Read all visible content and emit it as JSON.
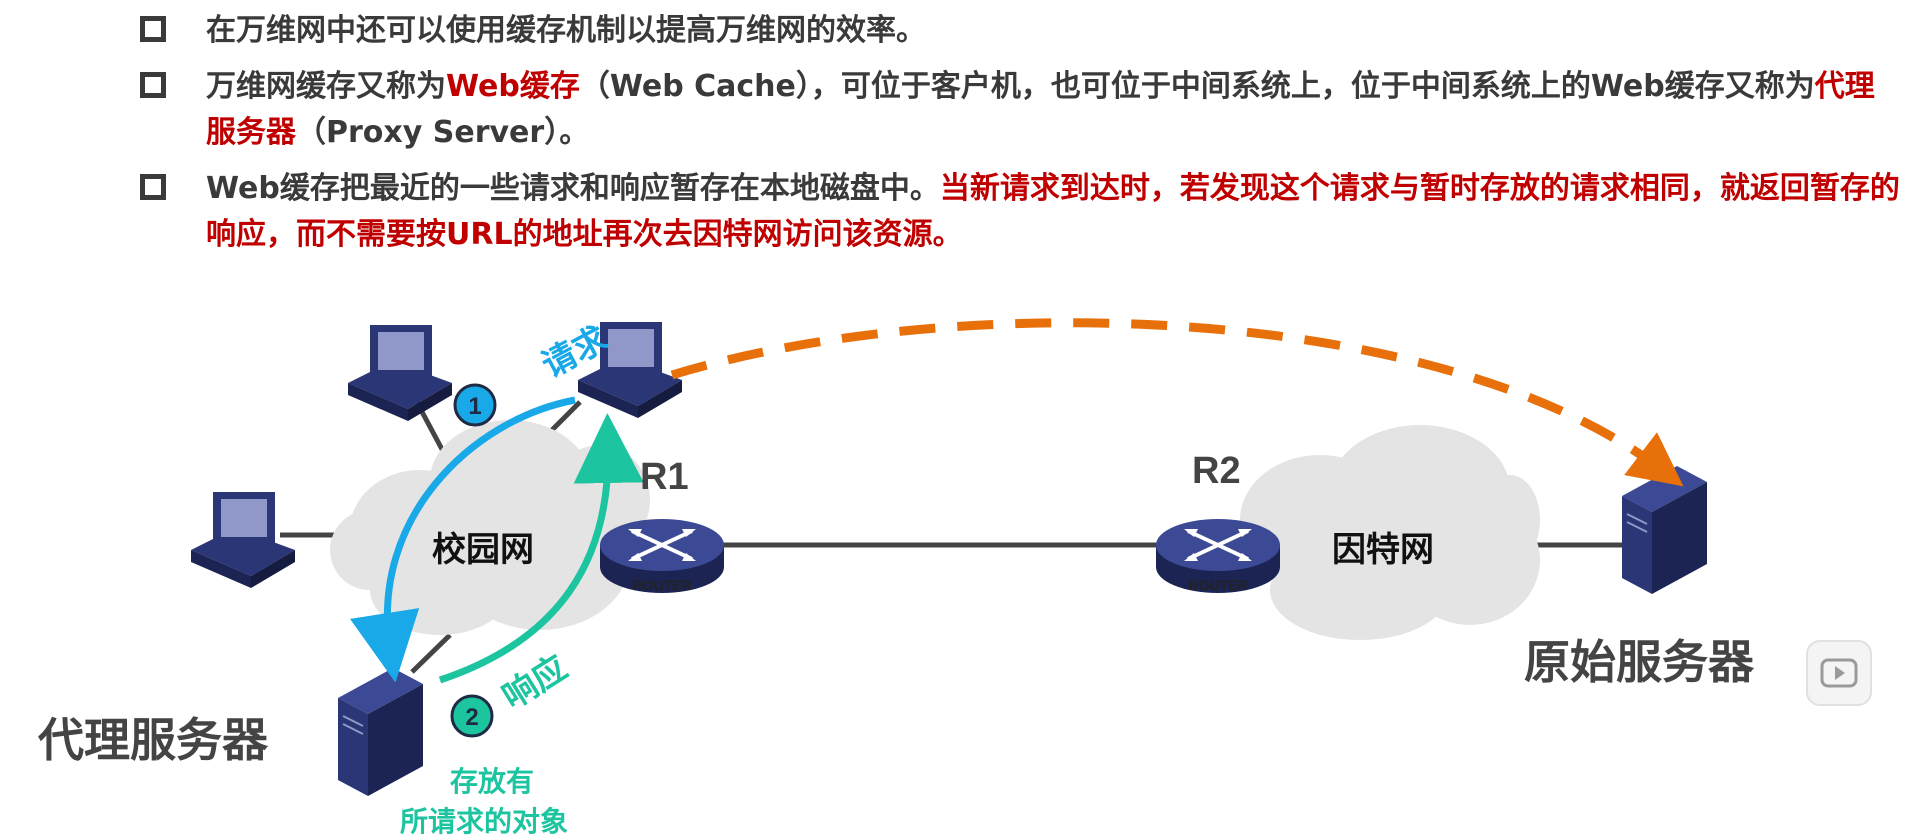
{
  "bullets": [
    {
      "segments": [
        {
          "text": "在万维网中还可以使用缓存机制以提高万维网的效率。",
          "style": "normal"
        }
      ]
    },
    {
      "segments": [
        {
          "text": "万维网缓存又称为",
          "style": "normal"
        },
        {
          "text": "Web缓存",
          "style": "red"
        },
        {
          "text": "（Web Cache），可位于客户机，也可位于中间系统上，位于中间系统上的Web缓存又称为",
          "style": "normal"
        },
        {
          "text": "代理服务器",
          "style": "red"
        },
        {
          "text": "（Proxy Server）。",
          "style": "normal"
        }
      ]
    },
    {
      "segments": [
        {
          "text": "Web缓存把最近的一些请求和响应暂存在本地磁盘中。",
          "style": "normal"
        },
        {
          "text": "当新请求到达时，若发现这个请求与暂时存放的请求相同，就返回暂存的响应，而不需要按URL的地址再次去因特网访问该资源。",
          "style": "red"
        }
      ]
    }
  ],
  "diagram": {
    "campus_label": "校园网",
    "internet_label": "因特网",
    "r1_label": "R1",
    "r2_label": "R2",
    "router_text": "ROUTER",
    "request_label": "请求",
    "response_label": "响应",
    "step1": "1",
    "step2": "2",
    "proxy_label": "代理服务器",
    "origin_label": "原始服务器",
    "stored_line1": "存放有",
    "stored_line2": "所请求的对象"
  },
  "colors": {
    "text": "#3a3a3a",
    "red": "#c00000",
    "blue": "#1aa9e8",
    "teal": "#1cc4a0",
    "orange": "#e8700a",
    "cloud": "#e4e4e4",
    "device": "#2b3676"
  }
}
